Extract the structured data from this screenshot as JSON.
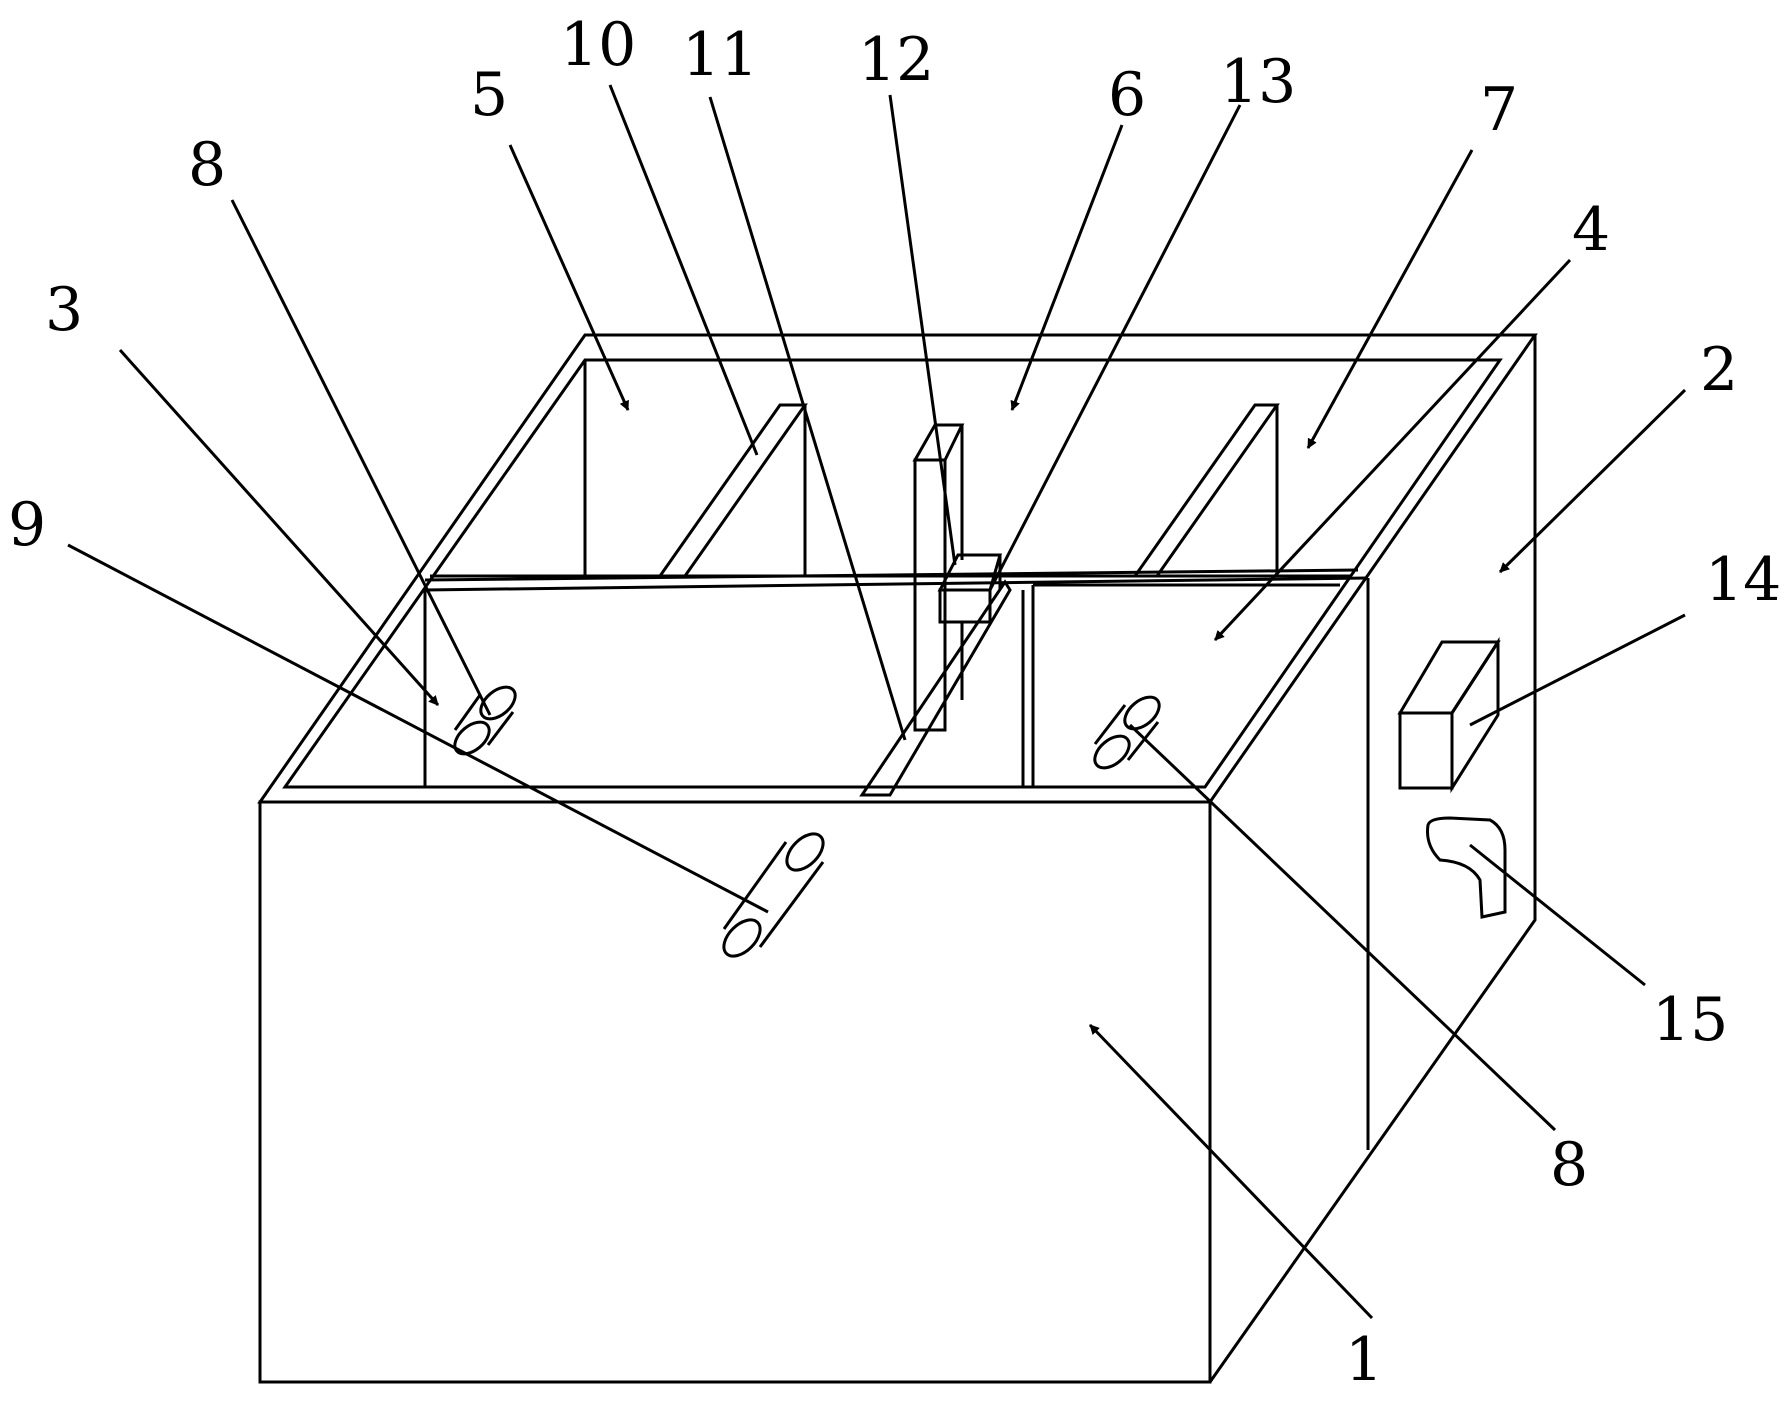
{
  "figure": {
    "background": "#ffffff",
    "stroke_color": "#000000"
  },
  "labels": {
    "l1": "1",
    "l2": "2",
    "l3": "3",
    "l4": "4",
    "l5": "5",
    "l6": "6",
    "l7": "7",
    "l8a": "8",
    "l8b": "8",
    "l9": "9",
    "l10": "10",
    "l11": "11",
    "l12": "12",
    "l13": "13",
    "l14": "14",
    "l15": "15"
  }
}
